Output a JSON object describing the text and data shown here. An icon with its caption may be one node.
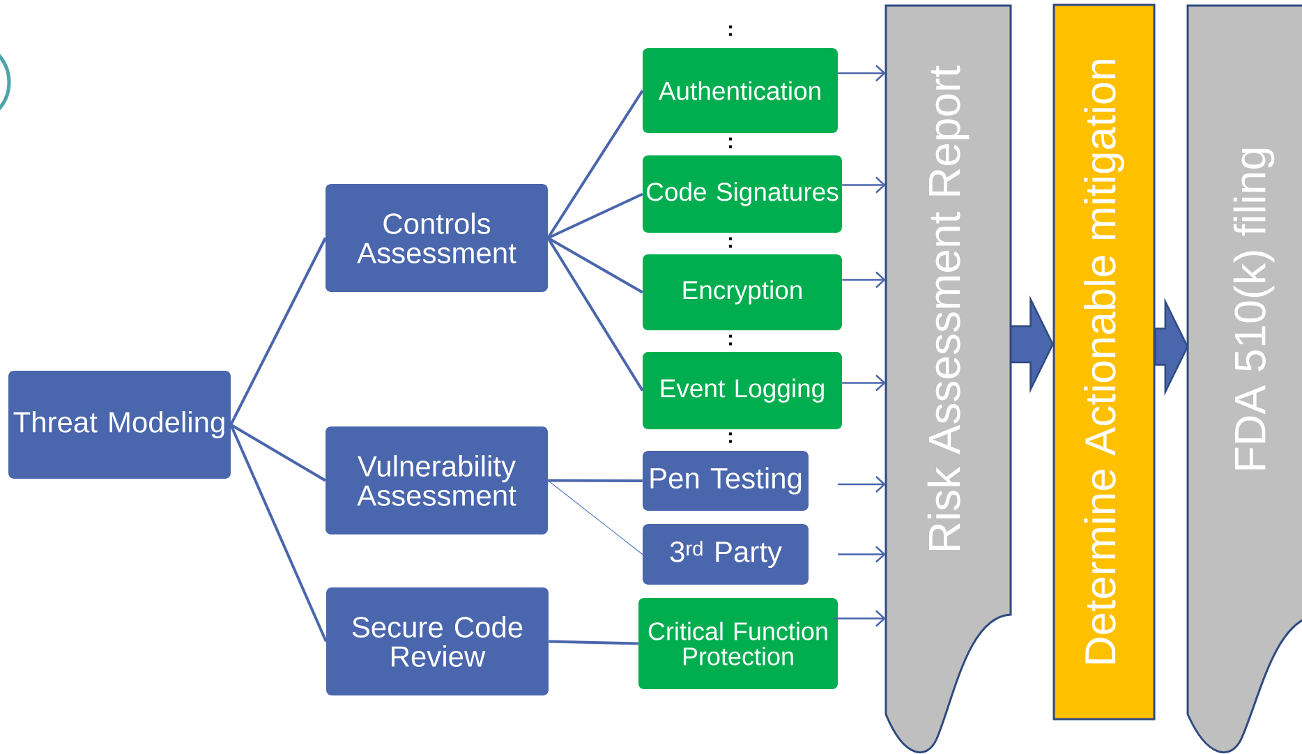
{
  "diagram": {
    "nodes": [
      {
        "text": [
          "Threat Modeling"
        ]
      },
      {
        "text": [
          "Controls Assessment"
        ]
      },
      {
        "text": [
          "Vulnerability Assessment"
        ]
      },
      {
        "text": [
          "Secure Code Review"
        ]
      },
      {
        "text": [
          "Authentication"
        ]
      },
      {
        "text": [
          "Code Signatures"
        ]
      },
      {
        "text": [
          "Encryption"
        ]
      },
      {
        "text": [
          "Event Logging"
        ]
      },
      {
        "text": [
          "Pen Testing"
        ]
      },
      {
        "text": [
          "3$^{rd}$ Party"
        ]
      },
      {
        "text": [
          "Critical Function Protection"
        ]
      },
      {
        "text": [
          "Risk Assessment Report"
        ]
      },
      {
        "text": [
          "Determine Actionable mitigation"
        ]
      },
      {
        "text": [
          "FDA 510(k) filing"
        ]
      },
      {
        "text": [],
        "shape": "circle"
      }
    ],
    "edges": [
      {
        "from": 0,
        "to": 1,
        "arrow": "none"
      },
      {
        "from": 0,
        "to": 2,
        "arrow": "none"
      },
      {
        "from": 0,
        "to": 3,
        "arrow": "none"
      },
      {
        "from": 1,
        "to": 4,
        "arrow": "none"
      },
      {
        "from": 1,
        "to": 5,
        "arrow": "none"
      },
      {
        "from": 1,
        "to": 6,
        "arrow": "none"
      },
      {
        "from": 1,
        "to": 7,
        "arrow": "none"
      },
      {
        "from": 2,
        "to": 8,
        "arrow": "none"
      },
      {
        "from": 2,
        "to": 9,
        "arrow": "none",
        "color": "#4472c4"
      },
      {
        "from": 3,
        "to": 10,
        "arrow": "none"
      },
      {
        "from": 4,
        "to": 11,
        "arrow": "to"
      },
      {
        "from": 5,
        "to": 11,
        "arrow": "to"
      },
      {
        "from": 6,
        "to": 11,
        "arrow": "to"
      },
      {
        "from": 7,
        "to": 11,
        "arrow": "to"
      },
      {
        "from": 8,
        "to": 11,
        "arrow": "to"
      },
      {
        "from": 9,
        "to": 11,
        "arrow": "to"
      },
      {
        "from": 10,
        "to": 11,
        "arrow": "to"
      },
      {
        "from": 11,
        "to": 12,
        "arrow": "to",
        "style": "thick"
      },
      {
        "from": 12,
        "to": 13,
        "arrow": "to",
        "style": "thick"
      }
    ],
    "labels": [
      ":",
      ":",
      ":",
      ":",
      ":"
    ]
  }
}
